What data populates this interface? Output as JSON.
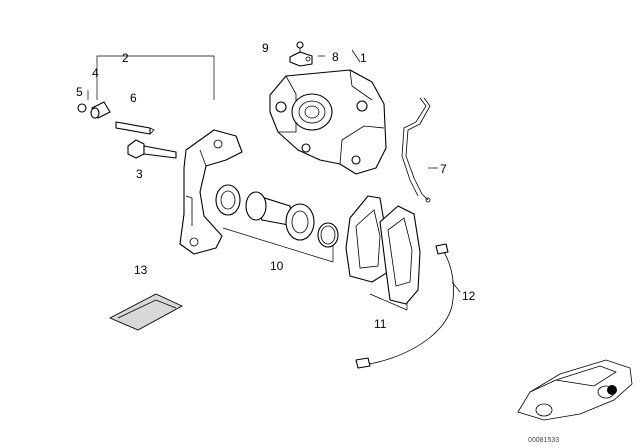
{
  "callouts": {
    "c1": "1",
    "c2": "2",
    "c3": "3",
    "c4": "4",
    "c5": "5",
    "c6": "6",
    "c7": "7",
    "c8": "8",
    "c9": "9",
    "c10": "10",
    "c11": "11",
    "c12": "12",
    "c13": "13"
  },
  "diagram_code": "00081533",
  "colors": {
    "line": "#000000",
    "background": "#ffffff",
    "shade": "#d8d8d8"
  }
}
